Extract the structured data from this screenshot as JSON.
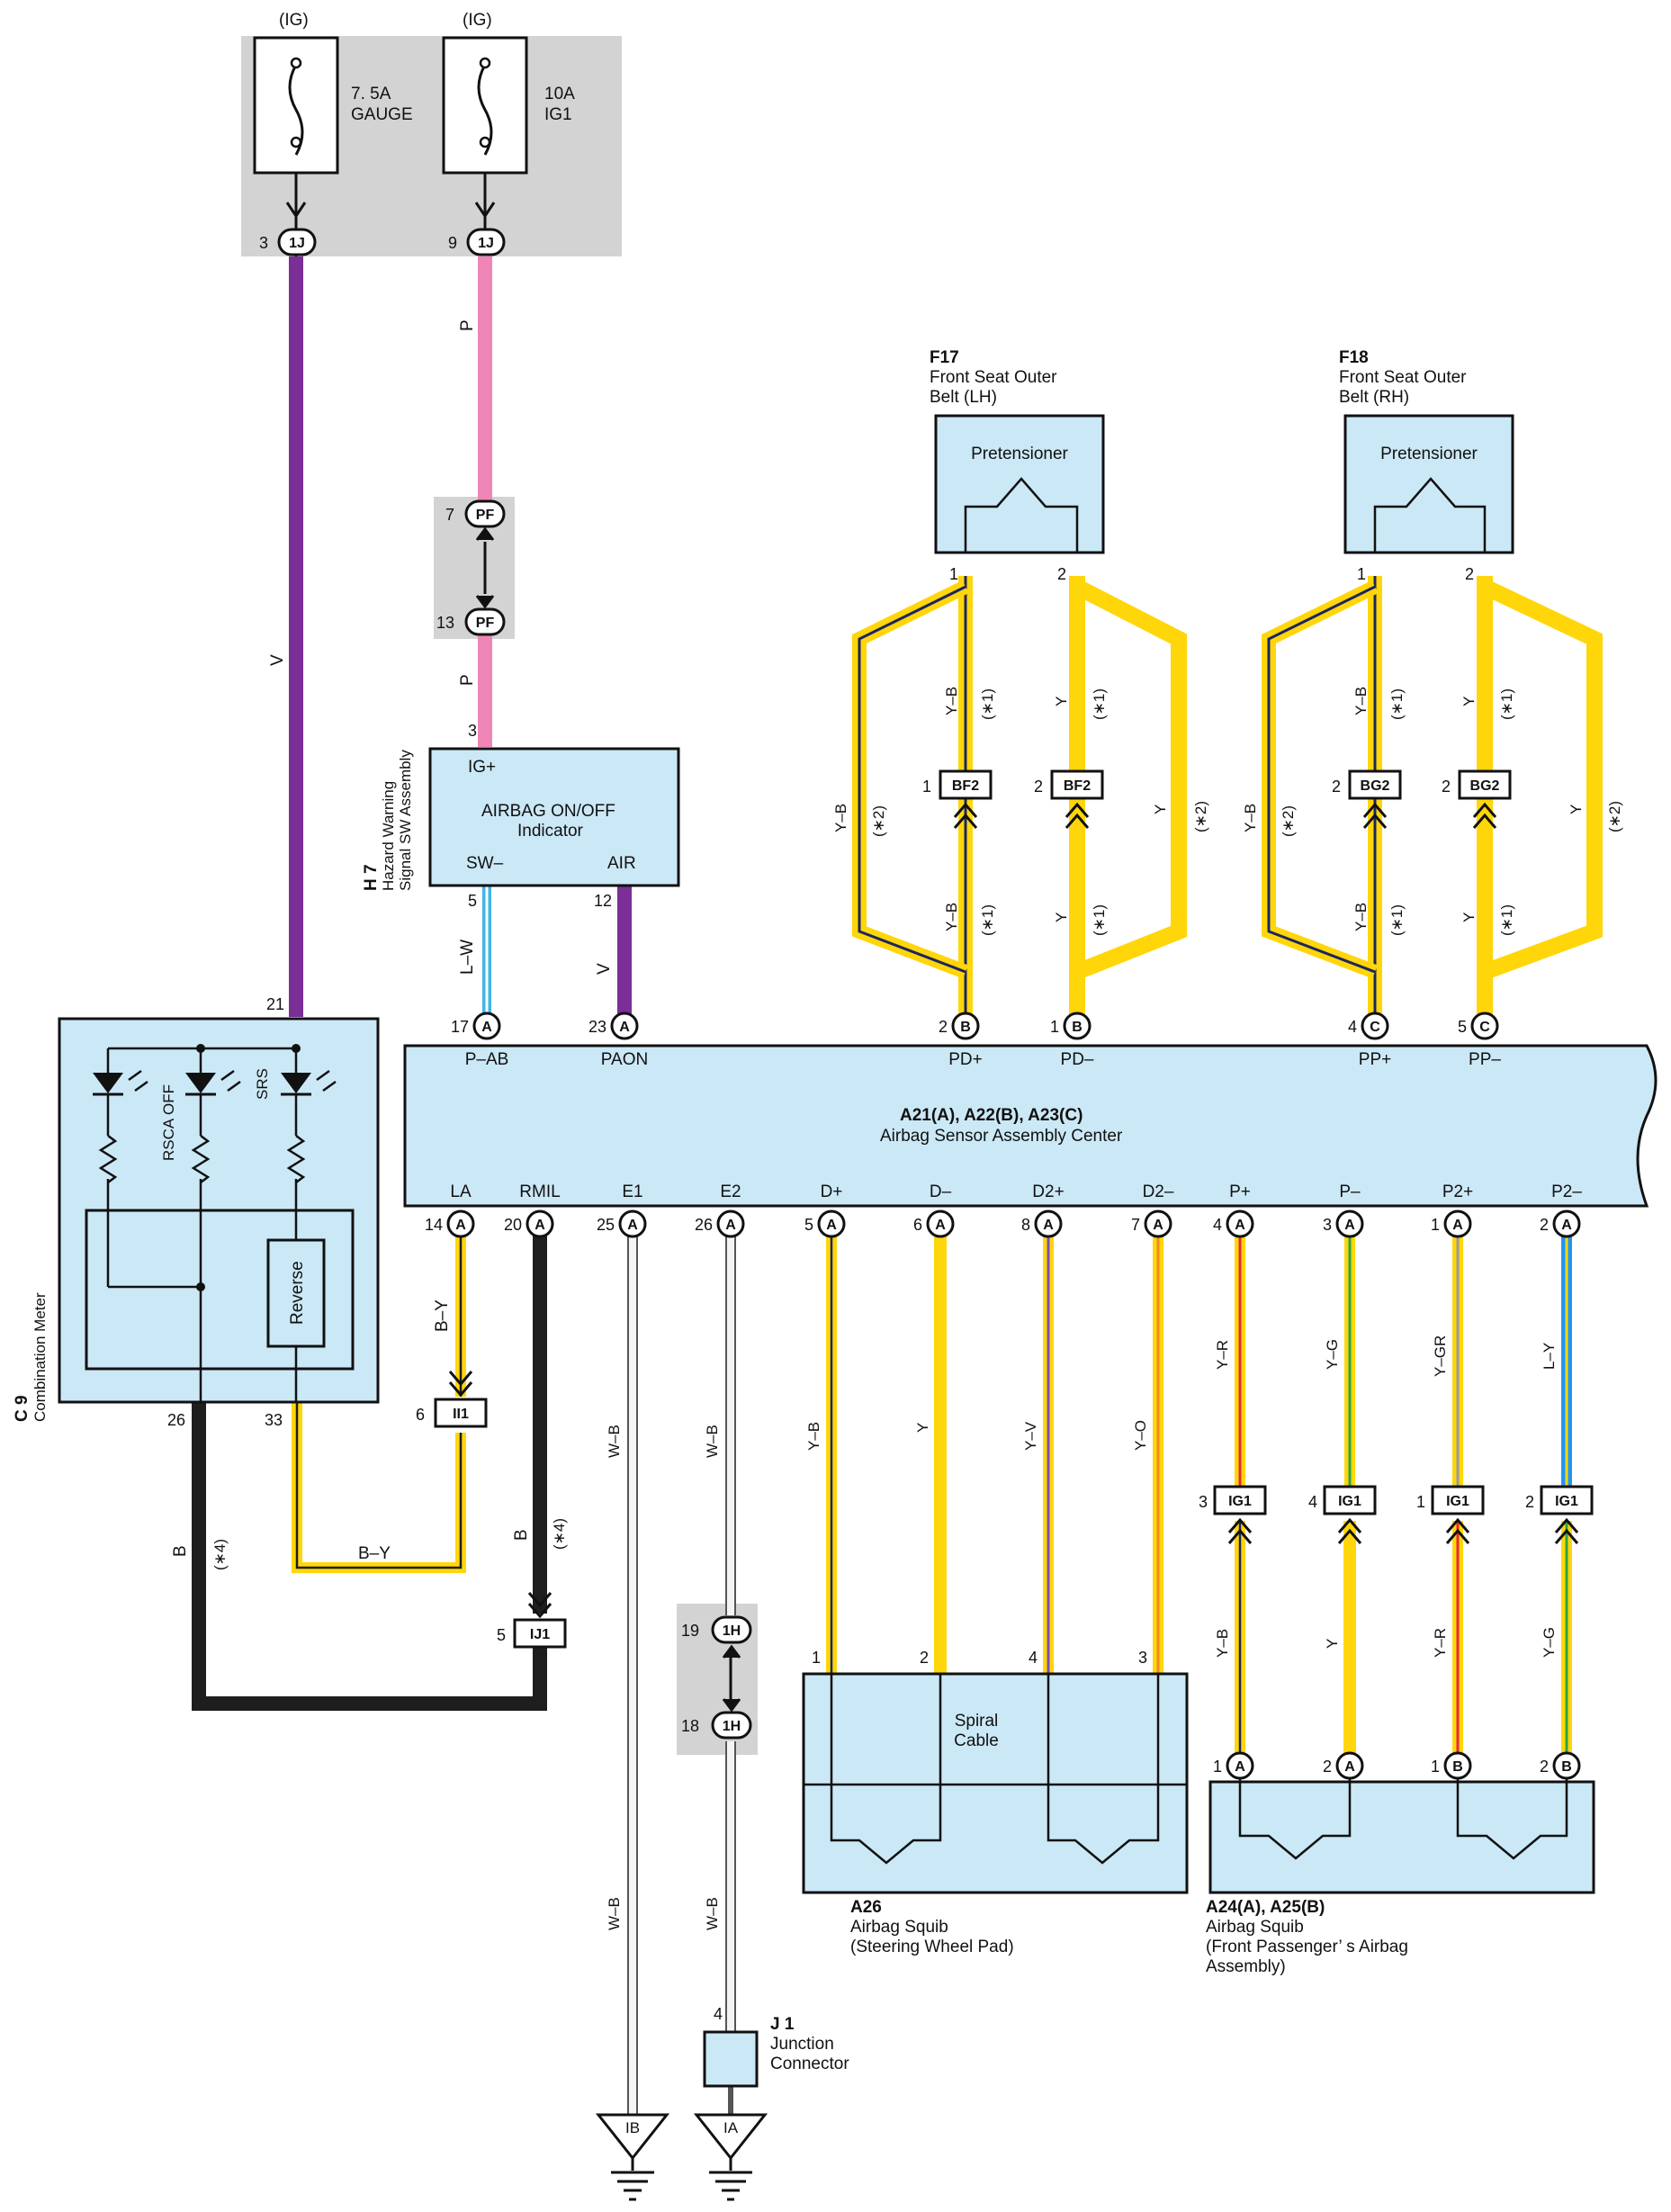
{
  "fuses": {
    "gauge": {
      "ig": "(IG)",
      "rating": "7. 5A",
      "name": "GAUGE",
      "pin": "3",
      "conn": "1J"
    },
    "ig1": {
      "ig": "(IG)",
      "rating": "10A",
      "name": "IG1",
      "pin": "9",
      "conn": "1J"
    }
  },
  "wire_colors": {
    "V": "#7a2f96",
    "P": "#ef85b6",
    "LW": "#3fb6e8",
    "Y": "#ffd60a",
    "YB_in": "#1c2561",
    "B": "#1e1e1e",
    "WB_in": "#c8c8c8",
    "R": "#e8283a",
    "G": "#28a745",
    "GR": "#9a9a9a",
    "L": "#2196f3",
    "O": "#f08a24",
    "Vio": "#7a4fc0"
  },
  "pf": {
    "pin_top": "7",
    "pin_bottom": "13",
    "conn": "PF"
  },
  "h7": {
    "id": "H 7",
    "name1": "Hazard Warning",
    "name2": "Signal SW Assembly",
    "ig": "IG+",
    "title1": "AIRBAG ON/OFF",
    "title2": "Indicator",
    "sw": "SW–",
    "air": "AIR",
    "pin_ig": "3",
    "pin_sw": "5",
    "pin_air": "12"
  },
  "c9": {
    "id": "C 9",
    "name": "Combination Meter",
    "rsca": "RSCA OFF",
    "srs": "SRS",
    "reverse": "Reverse",
    "pin_top": "21",
    "pin_b": "26",
    "pin_by": "33"
  },
  "f17": {
    "id": "F17",
    "name1": "Front Seat Outer",
    "name2": "Belt (LH)",
    "label": "Pretensioner",
    "pin1": "1",
    "pin2": "2"
  },
  "f18": {
    "id": "F18",
    "name1": "Front Seat Outer",
    "name2": "Belt (RH)",
    "label": "Pretensioner",
    "pin1": "1",
    "pin2": "2"
  },
  "ecu": {
    "title": "A21(A), A22(B), A23(C)",
    "name": "Airbag Sensor Assembly Center",
    "top_pins": [
      {
        "num": "17",
        "conn": "A",
        "label": "P–AB"
      },
      {
        "num": "23",
        "conn": "A",
        "label": "PAON"
      },
      {
        "num": "2",
        "conn": "B",
        "label": "PD+"
      },
      {
        "num": "1",
        "conn": "B",
        "label": "PD–"
      },
      {
        "num": "4",
        "conn": "C",
        "label": "PP+"
      },
      {
        "num": "5",
        "conn": "C",
        "label": "PP–"
      }
    ],
    "bottom_pins": [
      {
        "num": "14",
        "conn": "A",
        "label": "LA"
      },
      {
        "num": "20",
        "conn": "A",
        "label": "RMIL"
      },
      {
        "num": "25",
        "conn": "A",
        "label": "E1"
      },
      {
        "num": "26",
        "conn": "A",
        "label": "E2"
      },
      {
        "num": "5",
        "conn": "A",
        "label": "D+"
      },
      {
        "num": "6",
        "conn": "A",
        "label": "D–"
      },
      {
        "num": "8",
        "conn": "A",
        "label": "D2+"
      },
      {
        "num": "7",
        "conn": "A",
        "label": "D2–"
      },
      {
        "num": "4",
        "conn": "A",
        "label": "P+"
      },
      {
        "num": "3",
        "conn": "A",
        "label": "P–"
      },
      {
        "num": "1",
        "conn": "A",
        "label": "P2+"
      },
      {
        "num": "2",
        "conn": "A",
        "label": "P2–"
      }
    ]
  },
  "wires": {
    "v": "V",
    "p": "P",
    "lw": "L–W",
    "yb": "Y–B",
    "y": "Y",
    "by": "B–Y",
    "b": "B",
    "wb": "W–B",
    "yv": "Y–V",
    "yo": "Y–O",
    "yr": "Y–R",
    "yg": "Y–G",
    "ygr": "Y–GR",
    "ly": "L–Y"
  },
  "notes": {
    "n1": "(∗1)",
    "n2": "(∗2)",
    "n4": "(∗4)"
  },
  "bf2": {
    "conn": "BF2",
    "pin_left": "1",
    "pin_right": "2"
  },
  "bg2": {
    "conn": "BG2",
    "pin_left": "2",
    "pin_right": "2"
  },
  "ii1": {
    "conn": "II1",
    "pin": "6"
  },
  "ij1": {
    "conn": "IJ1",
    "pin": "5"
  },
  "h1": {
    "conn": "1H",
    "pin_top": "19",
    "pin_bottom": "18"
  },
  "ig1c": {
    "conn": "IG1",
    "pins": [
      "3",
      "4",
      "1",
      "2"
    ]
  },
  "a26": {
    "id": "A26",
    "name1": "Airbag Squib",
    "name2": "(Steering Wheel Pad)",
    "label1": "Spiral",
    "label2": "Cable",
    "pins": [
      "1",
      "2",
      "4",
      "3"
    ]
  },
  "a24": {
    "id": "A24(A), A25(B)",
    "name1": "Airbag Squib",
    "name2": "(Front Passenger’ s Airbag",
    "name3": " Assembly)",
    "pins": [
      {
        "num": "1",
        "conn": "A"
      },
      {
        "num": "2",
        "conn": "A"
      },
      {
        "num": "1",
        "conn": "B"
      },
      {
        "num": "2",
        "conn": "B"
      }
    ]
  },
  "j1": {
    "id": "J 1",
    "name1": "Junction",
    "name2": "Connector",
    "pin": "4"
  },
  "grounds": {
    "ib": "IB",
    "ia": "IA"
  }
}
